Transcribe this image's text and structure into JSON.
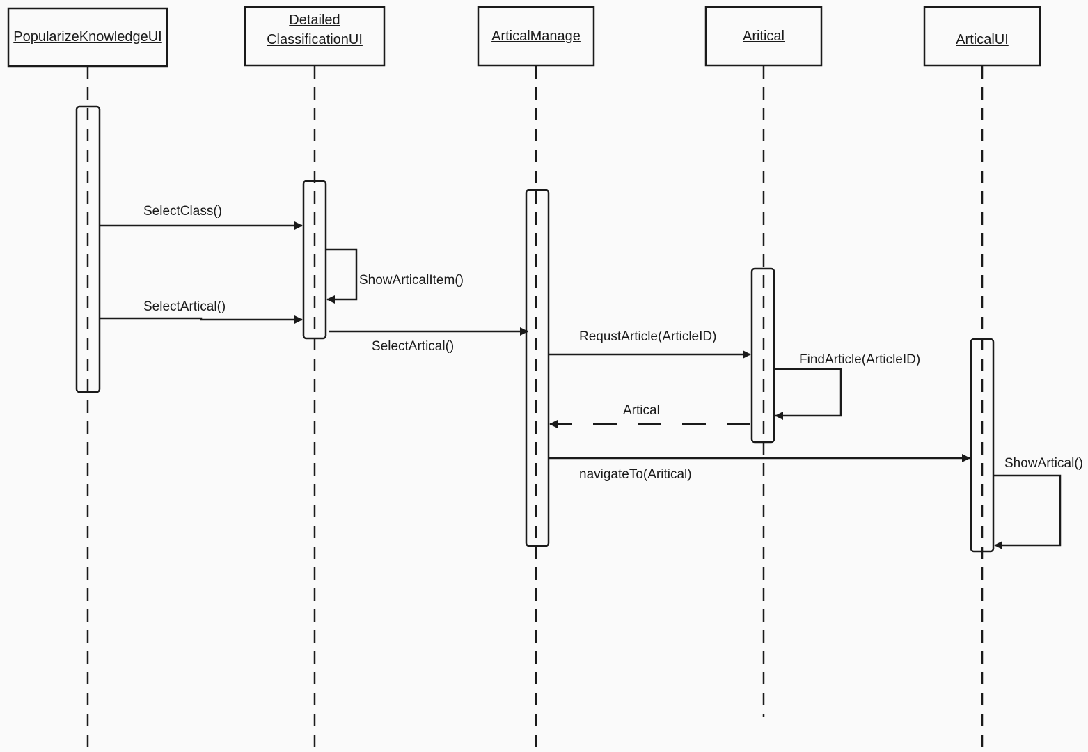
{
  "diagram": {
    "type": "sequence",
    "objects": [
      {
        "id": "pk",
        "lines": [
          "PopularizeKnowledgeUI"
        ]
      },
      {
        "id": "dc",
        "lines": [
          "Detailed",
          "ClassificationUI"
        ]
      },
      {
        "id": "am",
        "lines": [
          "ArticalManage"
        ]
      },
      {
        "id": "ar",
        "lines": [
          "Aritical"
        ]
      },
      {
        "id": "au",
        "lines": [
          "ArticalUI"
        ]
      }
    ],
    "messages": [
      {
        "id": "m1",
        "from": "pk",
        "to": "dc",
        "label": "SelectClass()",
        "kind": "call"
      },
      {
        "id": "m2",
        "from": "dc",
        "to": "dc",
        "label": "ShowArticalItem()",
        "kind": "self"
      },
      {
        "id": "m3",
        "from": "pk",
        "to": "dc",
        "label": "SelectArtical()",
        "kind": "call"
      },
      {
        "id": "m4",
        "from": "dc",
        "to": "am",
        "label": "SelectArtical()",
        "kind": "call"
      },
      {
        "id": "m5",
        "from": "am",
        "to": "ar",
        "label": "RequstArticle(ArticleID)",
        "kind": "call"
      },
      {
        "id": "m6",
        "from": "ar",
        "to": "ar",
        "label": "FindArticle(ArticleID)",
        "kind": "self"
      },
      {
        "id": "m7",
        "from": "ar",
        "to": "am",
        "label": "Artical",
        "kind": "return"
      },
      {
        "id": "m8",
        "from": "am",
        "to": "au",
        "label": "navigateTo(Aritical)",
        "kind": "call"
      },
      {
        "id": "m9",
        "from": "au",
        "to": "au",
        "label": "ShowArtical()",
        "kind": "self"
      }
    ]
  }
}
